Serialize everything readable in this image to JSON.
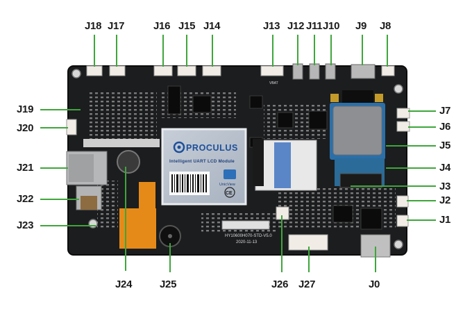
{
  "module": {
    "brand": "PROCULUS",
    "subtitle": "Intelligent UART LCD Module",
    "badge_text": "UnicView",
    "ce_mark": "CE",
    "board_model": "HY10600H070-STD-V5.0",
    "board_date": "2020-11-13",
    "silk_vbat": "VBAT"
  },
  "colors": {
    "pcb": "#1c1d1f",
    "callout_line": "#3ea63a",
    "label_text": "#1a1a1a",
    "lcd_panel": "#b9c3cf",
    "brand_blue": "#1c4f9a"
  },
  "labels": {
    "J0": "J0",
    "J1": "J1",
    "J2": "J2",
    "J3": "J3",
    "J4": "J4",
    "J5": "J5",
    "J6": "J6",
    "J7": "J7",
    "J8": "J8",
    "J9": "J9",
    "J10": "J10",
    "J11": "J11",
    "J12": "J12",
    "J13": "J13",
    "J14": "J14",
    "J15": "J15",
    "J16": "J16",
    "J17": "J17",
    "J18": "J18",
    "J19": "J19",
    "J20": "J20",
    "J21": "J21",
    "J22": "J22",
    "J23": "J23",
    "J24": "J24",
    "J25": "J25",
    "J26": "J26",
    "J27": "J27"
  }
}
